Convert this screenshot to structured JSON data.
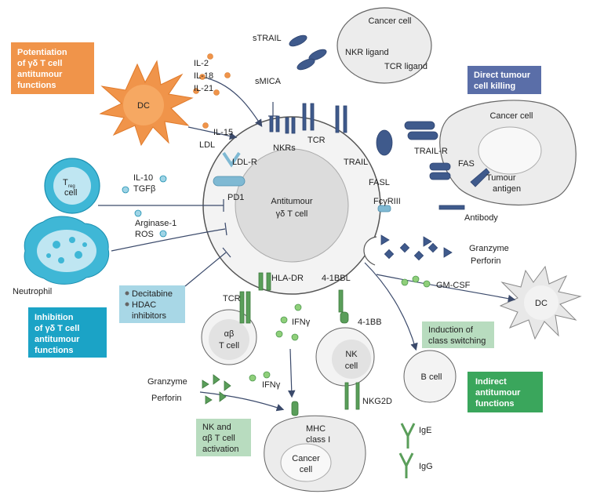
{
  "boxes": {
    "potentiation": [
      "Potentiation",
      "of γδ T cell",
      "antitumour",
      "functions"
    ],
    "direct_killing": [
      "Direct tumour",
      "cell killing"
    ],
    "inhibition": [
      "Inhibition",
      "of γδ T cell",
      "antitumour",
      "functions"
    ],
    "indirect": [
      "Indirect",
      "antitumour",
      "functions"
    ],
    "nk_activation": [
      "NK and",
      "αβ T cell",
      "activation"
    ],
    "class_switching": [
      "Induction of",
      "class switching"
    ],
    "inhibitors": [
      "Decitabine",
      "HDAC",
      "inhibitors"
    ]
  },
  "cells": {
    "central": [
      "Antitumour",
      "γδ T cell"
    ],
    "dc_left": "DC",
    "dc_right": "DC",
    "treg": [
      "T",
      "reg",
      "cell"
    ],
    "neutrophil": "Neutrophil",
    "cancer_top": "Cancer cell",
    "cancer_right": "Cancer cell",
    "cancer_bottom": [
      "Cancer",
      "cell"
    ],
    "ab_tcell": [
      "αβ",
      "T cell"
    ],
    "nk_cell": [
      "NK",
      "cell"
    ],
    "b_cell": "B cell"
  },
  "labels": {
    "il2": "IL-2",
    "il18": "IL-18",
    "il21": "IL-21",
    "il15": "IL-15",
    "strail": "sTRAIL",
    "smica": "sMICA",
    "nkr_ligand": "NKR ligand",
    "tcr_ligand": "TCR ligand",
    "nkrs": "NKRs",
    "tcr_top": "TCR",
    "trail": "TRAIL",
    "trail_r": "TRAIL-R",
    "fas": "FAS",
    "fasl": "FASL",
    "tumour_antigen": [
      "Tumour",
      "antigen"
    ],
    "fcgriii": "FcγRIII",
    "antibody": "Antibody",
    "granzyme_r": "Granzyme",
    "perforin_r": "Perforin",
    "gmcsf": "GM-CSF",
    "ldl": "LDL",
    "ldlr": "LDL-R",
    "pd1": "PD1",
    "il10": "IL-10",
    "tgfb": "TGFβ",
    "arginase": "Arginase-1",
    "ros": "ROS",
    "hla_dr": "HLA-DR",
    "bbl": "4-1BBL",
    "tcr_left": "TCR",
    "ifng_top": "IFNγ",
    "ifng_mid": "IFNγ",
    "granzyme_l": "Granzyme",
    "perforin_l": "Perforin",
    "bb": "4-1BB",
    "nkg2d": "NKG2D",
    "mhc": [
      "MHC",
      "class I"
    ],
    "ige": "IgE",
    "igg": "IgG"
  },
  "colors": {
    "orange": "#f0944a",
    "blue_box": "#5a6ea8",
    "teal": "#1ba3c6",
    "green_box": "#3aa65c",
    "light_green_box": "#b8dcbf",
    "light_blue_box": "#a8d7e6",
    "cell_gray": "#ececec",
    "receptor_blue": "#3f5a8c",
    "receptor_green": "#5a9e5a",
    "dot_green": "#8fcf7a"
  }
}
